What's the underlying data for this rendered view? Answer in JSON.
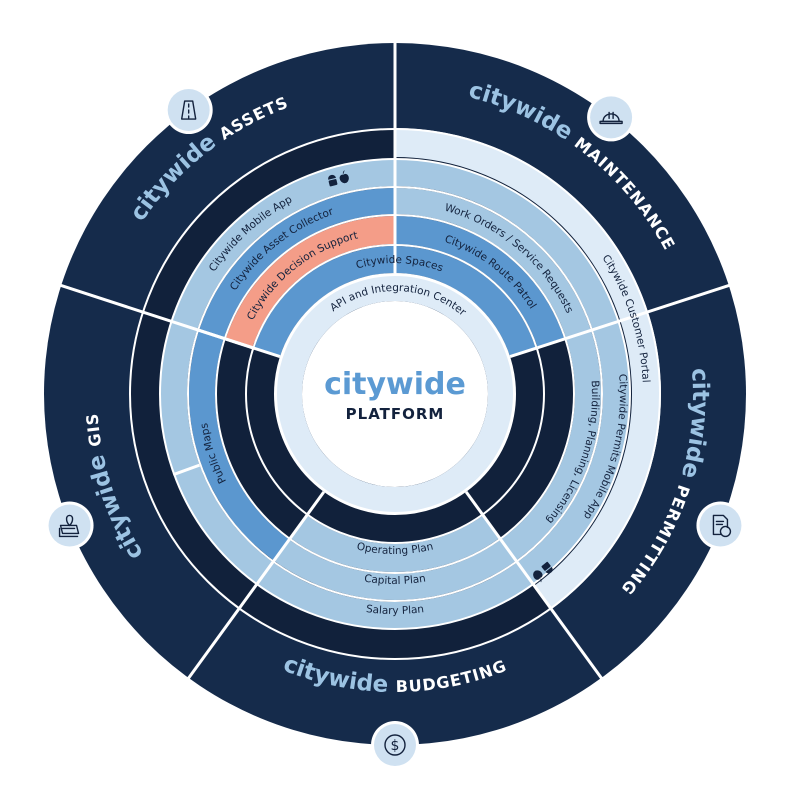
{
  "center": {
    "brand": "citywide",
    "subtitle": "PLATFORM"
  },
  "colors": {
    "navy": "#152b4b",
    "navy_dark": "#11213b",
    "blue": "#5b97cf",
    "light_blue": "#a4c7e2",
    "pale": "#deebf7",
    "salmon": "#f49d88",
    "white": "#ffffff",
    "brand_text": "#9cc3e3",
    "icon_bg": "#cfe1f1",
    "dark_text": "#13223d"
  },
  "modules": [
    {
      "id": "assets",
      "brand": "citywide",
      "name": "ASSETS",
      "icon": "road-icon"
    },
    {
      "id": "maintenance",
      "brand": "citywide",
      "name": "MAINTENANCE",
      "icon": "hard-hat-icon"
    },
    {
      "id": "permitting",
      "brand": "citywide",
      "name": "PERMITTING",
      "icon": "document-badge-icon"
    },
    {
      "id": "budgeting",
      "brand": "citywide",
      "name": "BUDGETING",
      "icon": "dollar-icon"
    },
    {
      "id": "gis",
      "brand": "citywide",
      "name": "GIS",
      "icon": "map-pin-icon"
    }
  ],
  "apps": [
    {
      "id": "mobile-app",
      "label": "Citywide Mobile App",
      "platform_icons": [
        "android-icon",
        "apple-icon"
      ]
    },
    {
      "id": "asset-collector",
      "label": "Citywide Asset Collector"
    },
    {
      "id": "decision-support",
      "label": "Citywide Decision Support"
    },
    {
      "id": "spaces",
      "label": "Citywide Spaces"
    },
    {
      "id": "api",
      "label": "API and Integration Center"
    },
    {
      "id": "work-orders",
      "label": "Work Orders / Service Requests"
    },
    {
      "id": "route-patrol",
      "label": "Citywide Route Patrol"
    },
    {
      "id": "customer-portal",
      "label": "Citywide Customer Portal"
    },
    {
      "id": "building-planning",
      "label": "Building, Planning, Licensing"
    },
    {
      "id": "permits-mobile",
      "label": "Citywide Permits  Mobile App",
      "platform_icons": [
        "android-icon",
        "apple-icon"
      ]
    },
    {
      "id": "public-maps",
      "label": "Public Maps"
    },
    {
      "id": "operating-plan",
      "label": "Operating Plan"
    },
    {
      "id": "capital-plan",
      "label": "Capital Plan"
    },
    {
      "id": "salary-plan",
      "label": "Salary Plan"
    }
  ]
}
